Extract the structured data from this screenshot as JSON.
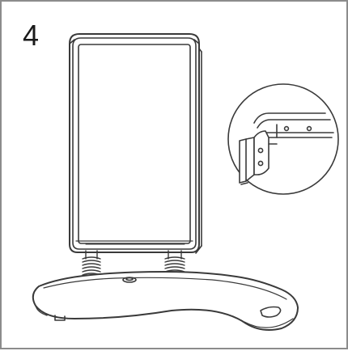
{
  "step": {
    "number": "4"
  },
  "illustration": {
    "subject": "a-frame-poster-stand-with-spring-base",
    "detail_callout": "frame-corner-hinge-detail",
    "line_color": "#3a3a3a",
    "fill_color": "#ffffff",
    "border_color": "#8c8c8c"
  }
}
